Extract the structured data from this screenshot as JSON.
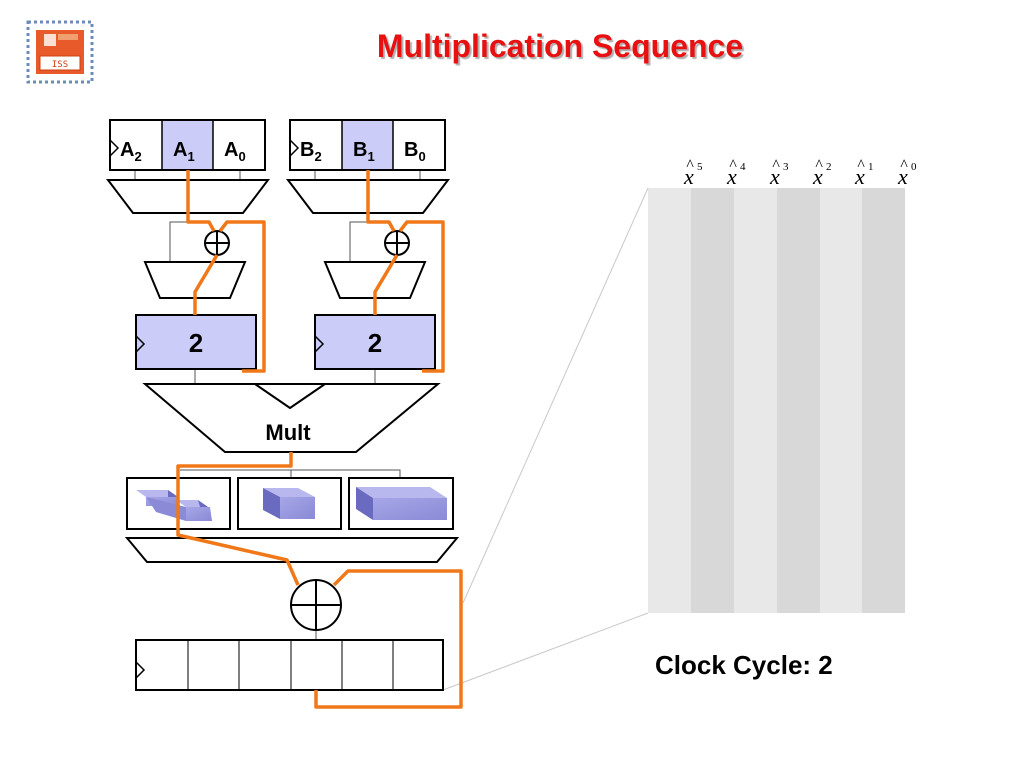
{
  "title": "Multiplication Sequence",
  "logo": {
    "text": "ISS"
  },
  "registers": {
    "a": [
      {
        "base": "A",
        "sub": "2"
      },
      {
        "base": "A",
        "sub": "1"
      },
      {
        "base": "A",
        "sub": "0"
      }
    ],
    "b": [
      {
        "base": "B",
        "sub": "2"
      },
      {
        "base": "B",
        "sub": "1"
      },
      {
        "base": "B",
        "sub": "0"
      }
    ]
  },
  "counters": {
    "left": "2",
    "right": "2"
  },
  "multiplier": {
    "label": "Mult"
  },
  "digits": [
    "5",
    "4",
    "3",
    "2",
    "1",
    "0"
  ],
  "digit_symbol": "x",
  "clock": "Clock Cycle: 2",
  "colors": {
    "title": "#e81010",
    "wire": "#f07818",
    "highlight": "#ccccf8",
    "block": "#8080d0"
  }
}
